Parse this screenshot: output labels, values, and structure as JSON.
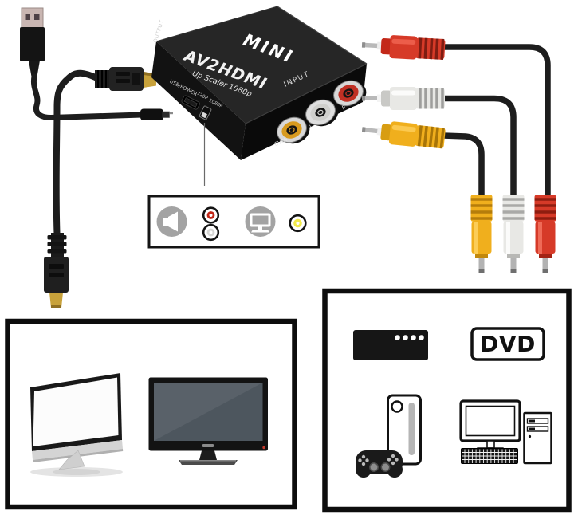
{
  "converter": {
    "brand": "MINI",
    "model": "AV2HDMI",
    "subtitle": "Up Scaler 1080p",
    "port_labels": {
      "output": "OUTPUT",
      "input": "INPUT",
      "usb_power": "USB/POWER",
      "mode_720": "720P",
      "mode_1080": "1080P",
      "cvbs": "CVBS",
      "audio_left": "L",
      "audio_right": "R"
    }
  },
  "devices": {
    "dvd": "DVD"
  },
  "legend": {
    "icons": [
      "speaker",
      "rca-red",
      "rca-white",
      "monitor",
      "rca-yellow"
    ]
  },
  "colors": {
    "rca_red": "#d63a28",
    "rca_white": "#e8e8e5",
    "rca_yellow": "#f0af1d",
    "icon_red": "#c22718",
    "icon_white": "#d6d6d4",
    "icon_yellow": "#f2ea4a",
    "icon_gray": "#a3a3a3",
    "hdmi_gold": "#c8a23b",
    "box_black": "#262626"
  }
}
